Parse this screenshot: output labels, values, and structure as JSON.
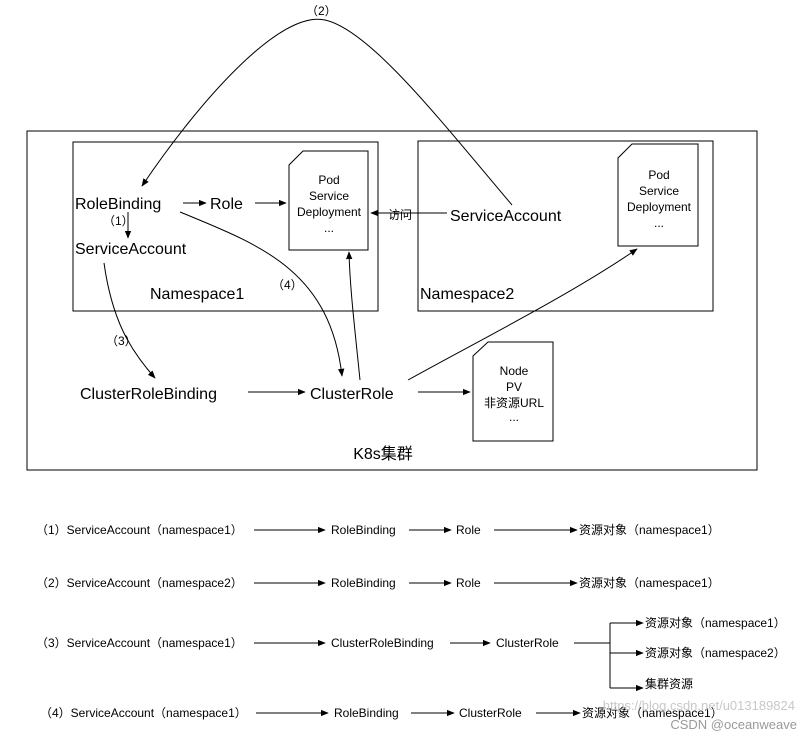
{
  "cluster": {
    "label": "K8s集群"
  },
  "namespace1": {
    "label": "Namespace1",
    "role_binding": "RoleBinding",
    "role": "Role",
    "service_account": "ServiceAccount",
    "step1": "（1）",
    "doc": [
      "Pod",
      "Service",
      "Deployment",
      "..."
    ]
  },
  "namespace2": {
    "label": "Namespace2",
    "service_account": "ServiceAccount",
    "access": "访问",
    "doc": [
      "Pod",
      "Service",
      "Deployment",
      "..."
    ]
  },
  "cluster_level": {
    "cluster_role_binding": "ClusterRoleBinding",
    "cluster_role": "ClusterRole",
    "doc": [
      "Node",
      "PV",
      "非资源URL",
      "..."
    ],
    "step2": "（2）",
    "step3": "（3）",
    "step4": "（4）"
  },
  "flows": [
    {
      "label": "（1）ServiceAccount（namespace1）",
      "mid1": "RoleBinding",
      "mid2": "Role",
      "target": "资源对象（namespace1）"
    },
    {
      "label": "（2）ServiceAccount（namespace2）",
      "mid1": "RoleBinding",
      "mid2": "Role",
      "target": "资源对象（namespace1）"
    },
    {
      "label": "（3）ServiceAccount（namespace1）",
      "mid1": "ClusterRoleBinding",
      "mid2": "ClusterRole",
      "targets": [
        "资源对象（namespace1）",
        "资源对象（namespace2）",
        "集群资源"
      ]
    },
    {
      "label": "（4）ServiceAccount（namespace1）",
      "mid1": "RoleBinding",
      "mid2": "ClusterRole",
      "target": "资源对象（namespace1）"
    }
  ],
  "watermark": {
    "faint": "https://blog.csdn.net/u013189824",
    "credit": "CSDN @oceanweave"
  }
}
